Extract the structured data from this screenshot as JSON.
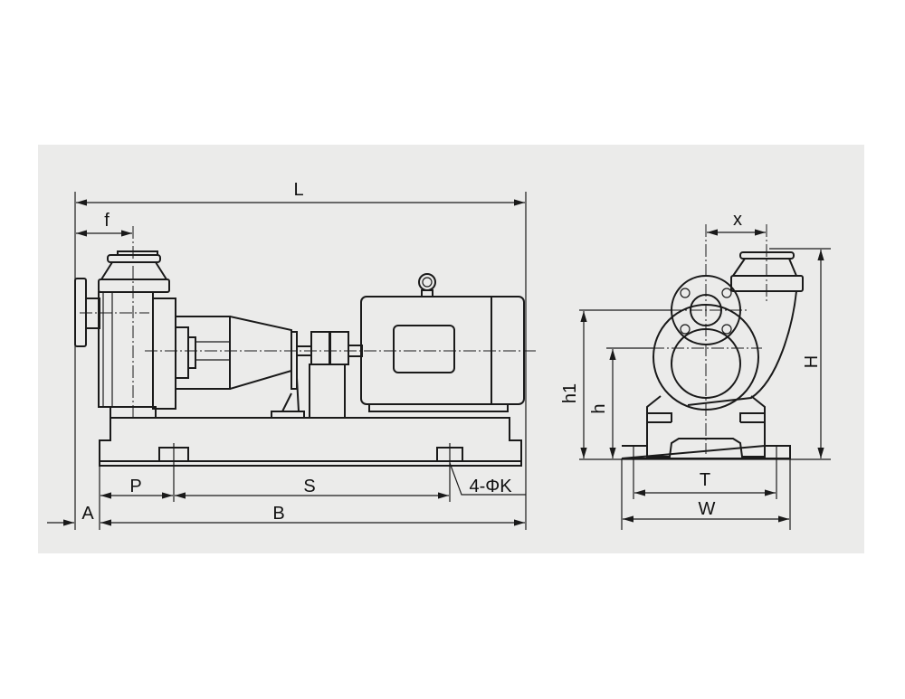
{
  "drawing": {
    "side_view": {
      "labels": {
        "L": "L",
        "f": "f",
        "P": "P",
        "S": "S",
        "bolts": "4-ΦK",
        "A": "A",
        "B": "B"
      }
    },
    "end_view": {
      "labels": {
        "x": "x",
        "H": "H",
        "h1": "h1",
        "h": "h",
        "T": "T",
        "W": "W"
      }
    },
    "colors": {
      "paper": "#ebebea",
      "ink": "#1a1a1a"
    }
  }
}
